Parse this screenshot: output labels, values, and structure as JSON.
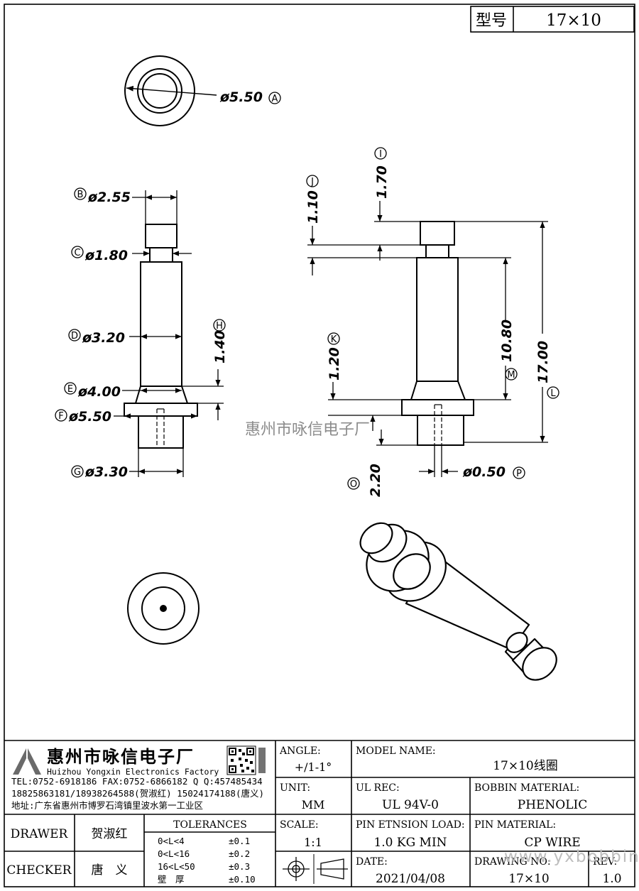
{
  "header": {
    "model_label": "型号",
    "model_value": "17×10"
  },
  "dimensions": {
    "A": {
      "letter": "A",
      "value": "ø5.50"
    },
    "B": {
      "letter": "B",
      "value": "ø2.55"
    },
    "C": {
      "letter": "C",
      "value": "ø1.80"
    },
    "D": {
      "letter": "D",
      "value": "ø3.20"
    },
    "E": {
      "letter": "E",
      "value": "ø4.00"
    },
    "F": {
      "letter": "F",
      "value": "ø5.50"
    },
    "G": {
      "letter": "G",
      "value": "ø3.30"
    },
    "H": {
      "letter": "H",
      "value": "1.40"
    },
    "I": {
      "letter": "I",
      "value": "1.70"
    },
    "J": {
      "letter": "J",
      "value": "1.10"
    },
    "K": {
      "letter": "K",
      "value": "1.20"
    },
    "L": {
      "letter": "L",
      "value": "17.00"
    },
    "M": {
      "letter": "M",
      "value": "10.80"
    },
    "O": {
      "letter": "O",
      "value": "2.20"
    },
    "P": {
      "letter": "P",
      "value": "ø0.50"
    }
  },
  "watermark": "惠州市咏信电子厂",
  "company": {
    "name_cn": "惠州市咏信电子厂",
    "name_en": "Huizhou Yongxin Electronics Factory",
    "contact_line1": "TEL:0752-6918186  FAX:0752-6866182  Q Q:457485434",
    "contact_line2": "18825863181/18938264588(贺淑红)  15024174188(唐义)",
    "address": "地址:广东省惠州市博罗石湾镇里波水第一工业区"
  },
  "title_block": {
    "angle_label": "ANGLE:",
    "angle_value": "+/1-1°",
    "model_name_label": "MODEL NAME:",
    "model_name_value": "17×10线圈",
    "unit_label": "UNIT:",
    "unit_value": "MM",
    "ul_label": "UL REC:",
    "ul_value": "UL 94V-0",
    "bobbin_label": "BOBBIN MATERIAL:",
    "bobbin_value": "PHENOLIC",
    "scale_label": "SCALE:",
    "scale_value": "1:1",
    "pin_load_label": "PIN ETNSION LOAD:",
    "pin_load_value": "1.0 KG MIN",
    "pin_material_label": "PIN MATERIAL:",
    "pin_material_value": "CP WIRE",
    "date_label": "DATE:",
    "date_value": "2021/04/08",
    "drawing_no_label": "DRAWING NO:",
    "drawing_no_value": "17×10",
    "rev_label": "REV:",
    "rev_value": "1.0",
    "drawer_label": "DRAWER",
    "drawer_value": "贺淑红",
    "checker_label": "CHECKER",
    "checker_value": "唐　义",
    "tolerances_title": "TOLERANCES",
    "tolerances": [
      {
        "range": "0<L<4",
        "value": "±0.1"
      },
      {
        "range": "0<L<16",
        "value": "±0.2"
      },
      {
        "range": "16<L<50",
        "value": "±0.3"
      },
      {
        "range": "壁　厚",
        "value": "±0.10"
      }
    ],
    "site_watermark": "www.yxbobbin.com"
  }
}
